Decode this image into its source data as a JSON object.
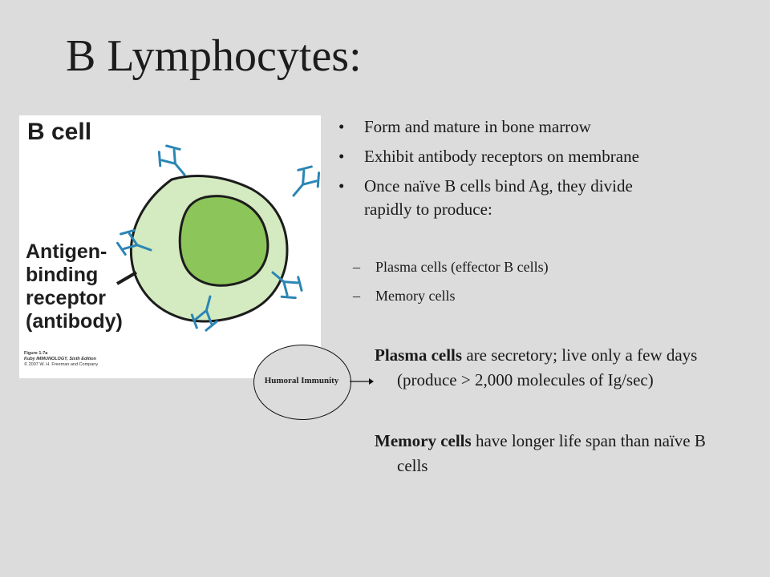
{
  "slide": {
    "title": "B Lymphocytes:"
  },
  "figure": {
    "title": "B cell",
    "label_lines": [
      "Antigen-",
      "binding",
      "receptor",
      "(antibody)"
    ],
    "credit_lines": [
      "Figure 1-7a",
      "Kuby IMMUNOLOGY, Sixth Edition",
      "© 2007 W. H. Freeman and Company"
    ],
    "colors": {
      "outer_cell": "#d4eac0",
      "outer_border": "#1c1c1c",
      "nucleus": "#8cc55a",
      "antibody": "#2b86b4"
    }
  },
  "bullets": [
    "Form and mature in bone marrow",
    "Exhibit antibody receptors on membrane",
    "Once naïve B cells bind Ag, they divide rapidly to produce:"
  ],
  "sub_bullets": [
    "Plasma cells (effector B cells)",
    "Memory cells"
  ],
  "paragraphs": {
    "plasma_bold": "Plasma cells",
    "plasma_rest": " are secretory; live only a few days (produce > 2,000 molecules of Ig/sec)",
    "memory_bold": "Memory cells",
    "memory_rest": " have longer life span than naïve B cells"
  },
  "annotation": {
    "oval_label": "Humoral Immunity"
  }
}
